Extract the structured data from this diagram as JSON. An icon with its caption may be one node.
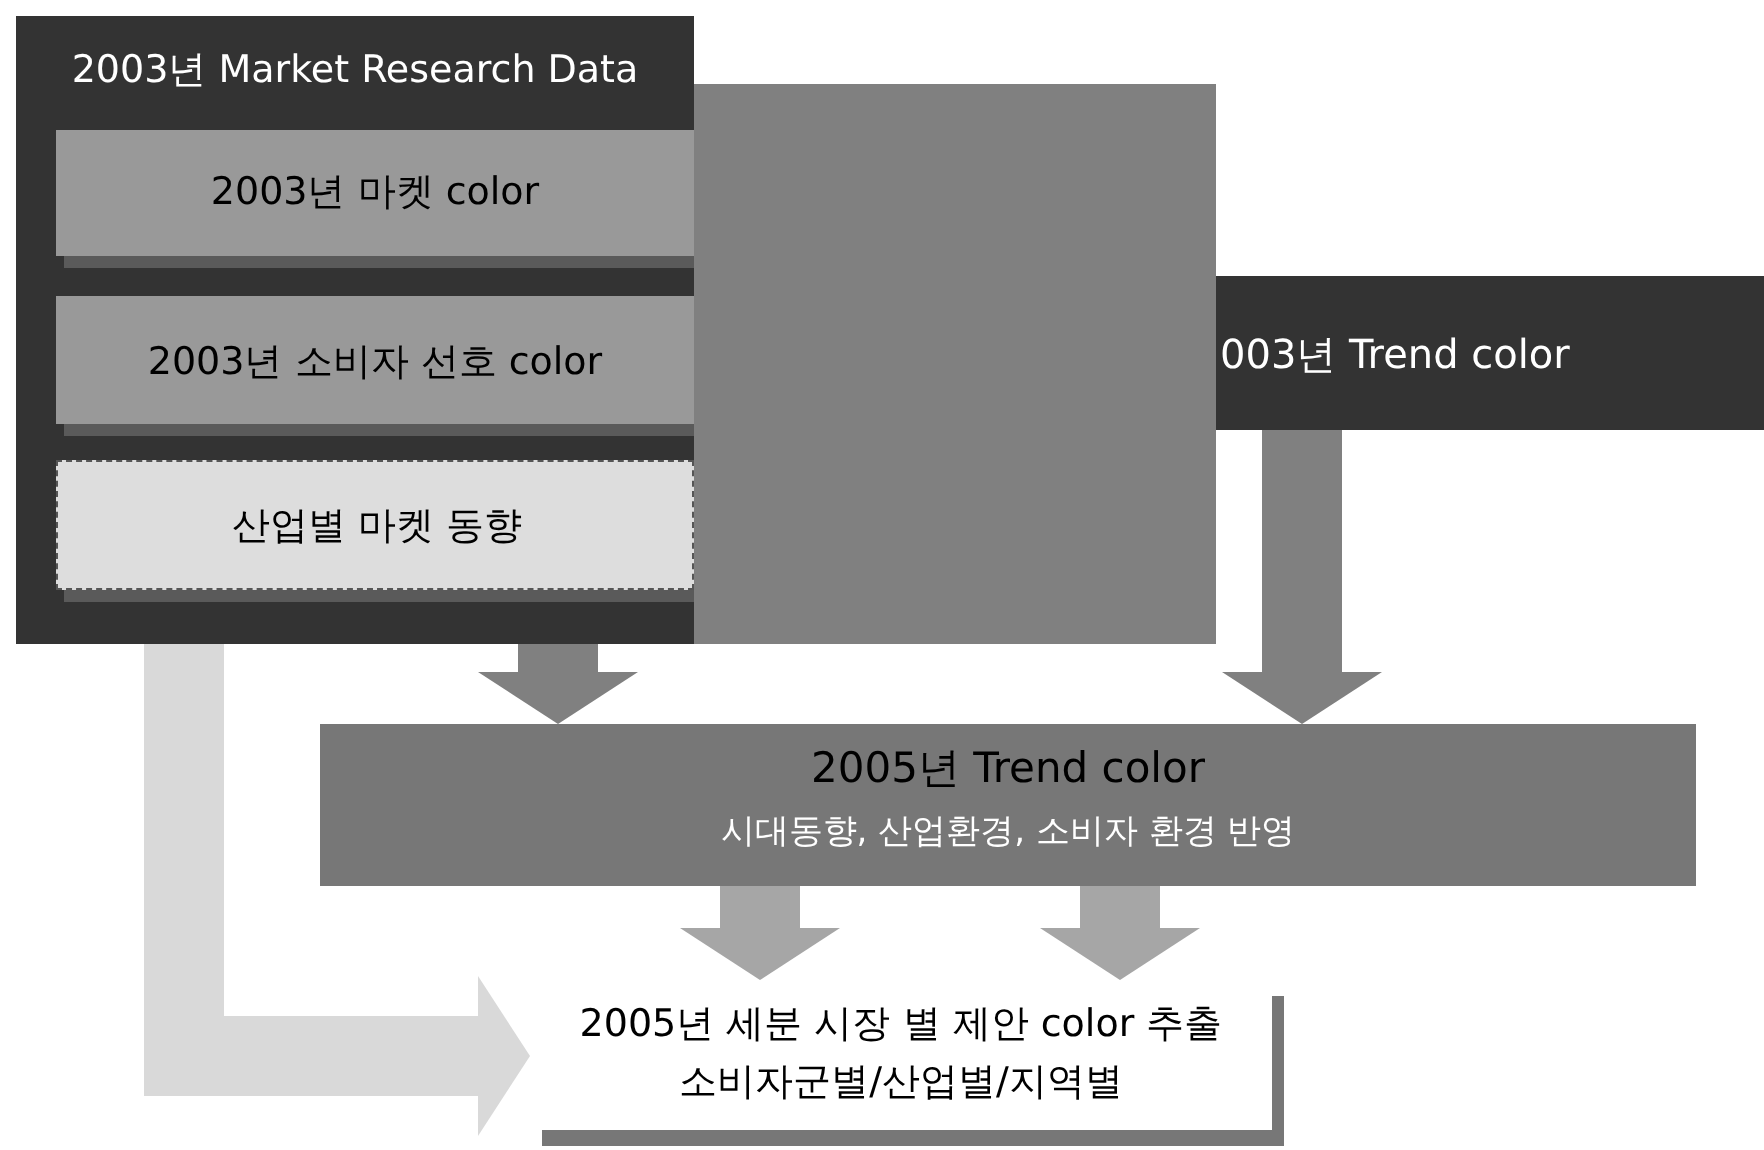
{
  "diagram": {
    "nodes": [
      {
        "text": [
          "2003년 Market Research Data"
        ]
      },
      {
        "text": [
          "2003년 마켓 color"
        ],
        "in": 0
      },
      {
        "text": [
          "2003년 소비자 선호 color"
        ],
        "in": 0
      },
      {
        "text": [
          "산업별 마켓 동향"
        ],
        "in": 0
      },
      {
        "text": [],
        "shape": "box"
      },
      {
        "text": [
          "003년 Trend color"
        ]
      },
      {
        "text": [
          "2005년 Trend color",
          "시대동향, 산업환경, 소비자 환경 반영"
        ]
      },
      {
        "text": [
          "2005년 세분 시장 별 제안 color 추출",
          "소비자군별/산업별/지역별"
        ]
      }
    ],
    "edges": [
      {
        "from": 0,
        "to": 6,
        "arrow": "to",
        "color": "#808080"
      },
      {
        "from": 5,
        "to": 6,
        "arrow": "to",
        "color": "#808080"
      },
      {
        "from": 6,
        "to": 7,
        "arrow": "to",
        "color": "#a6a6a6"
      },
      {
        "from": 6,
        "to": 7,
        "arrow": "to",
        "color": "#a6a6a6"
      },
      {
        "from": 0,
        "to": 7,
        "arrow": "to",
        "color": "#d9d9d9"
      }
    ]
  }
}
